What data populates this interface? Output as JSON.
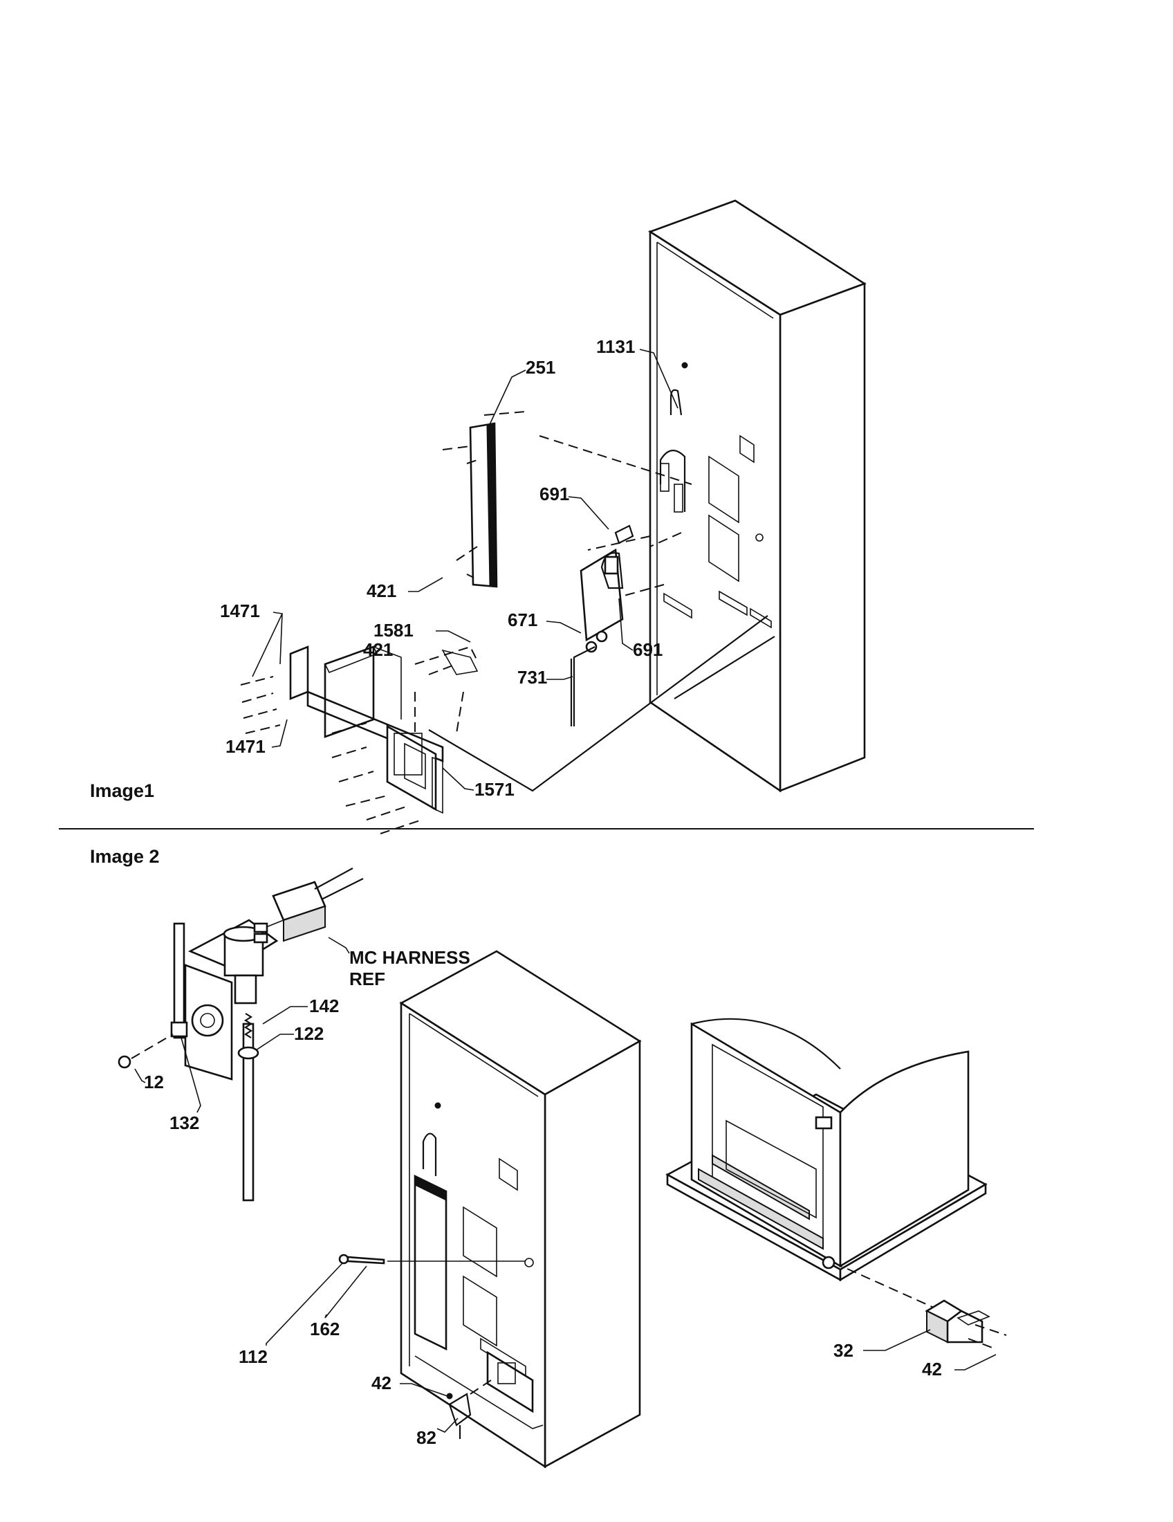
{
  "captions": {
    "image1": "Image1",
    "image2": "Image 2"
  },
  "image1_labels": {
    "p1131": "1131",
    "p251": "251",
    "p691_top": "691",
    "p691_bottom": "691",
    "p421_left": "421",
    "p421_mid": "421",
    "p671": "671",
    "p1581": "1581",
    "p1471_top": "1471",
    "p1471_bottom": "1471",
    "p731": "731",
    "p1571": "1571"
  },
  "image2_labels": {
    "harness_line1": "MC HARNESS",
    "harness_line2": "REF",
    "p142": "142",
    "p122": "122",
    "p12": "12",
    "p132": "132",
    "p112": "112",
    "p162": "162",
    "p42_left": "42",
    "p82": "82",
    "p32": "32",
    "p42_right": "42"
  }
}
